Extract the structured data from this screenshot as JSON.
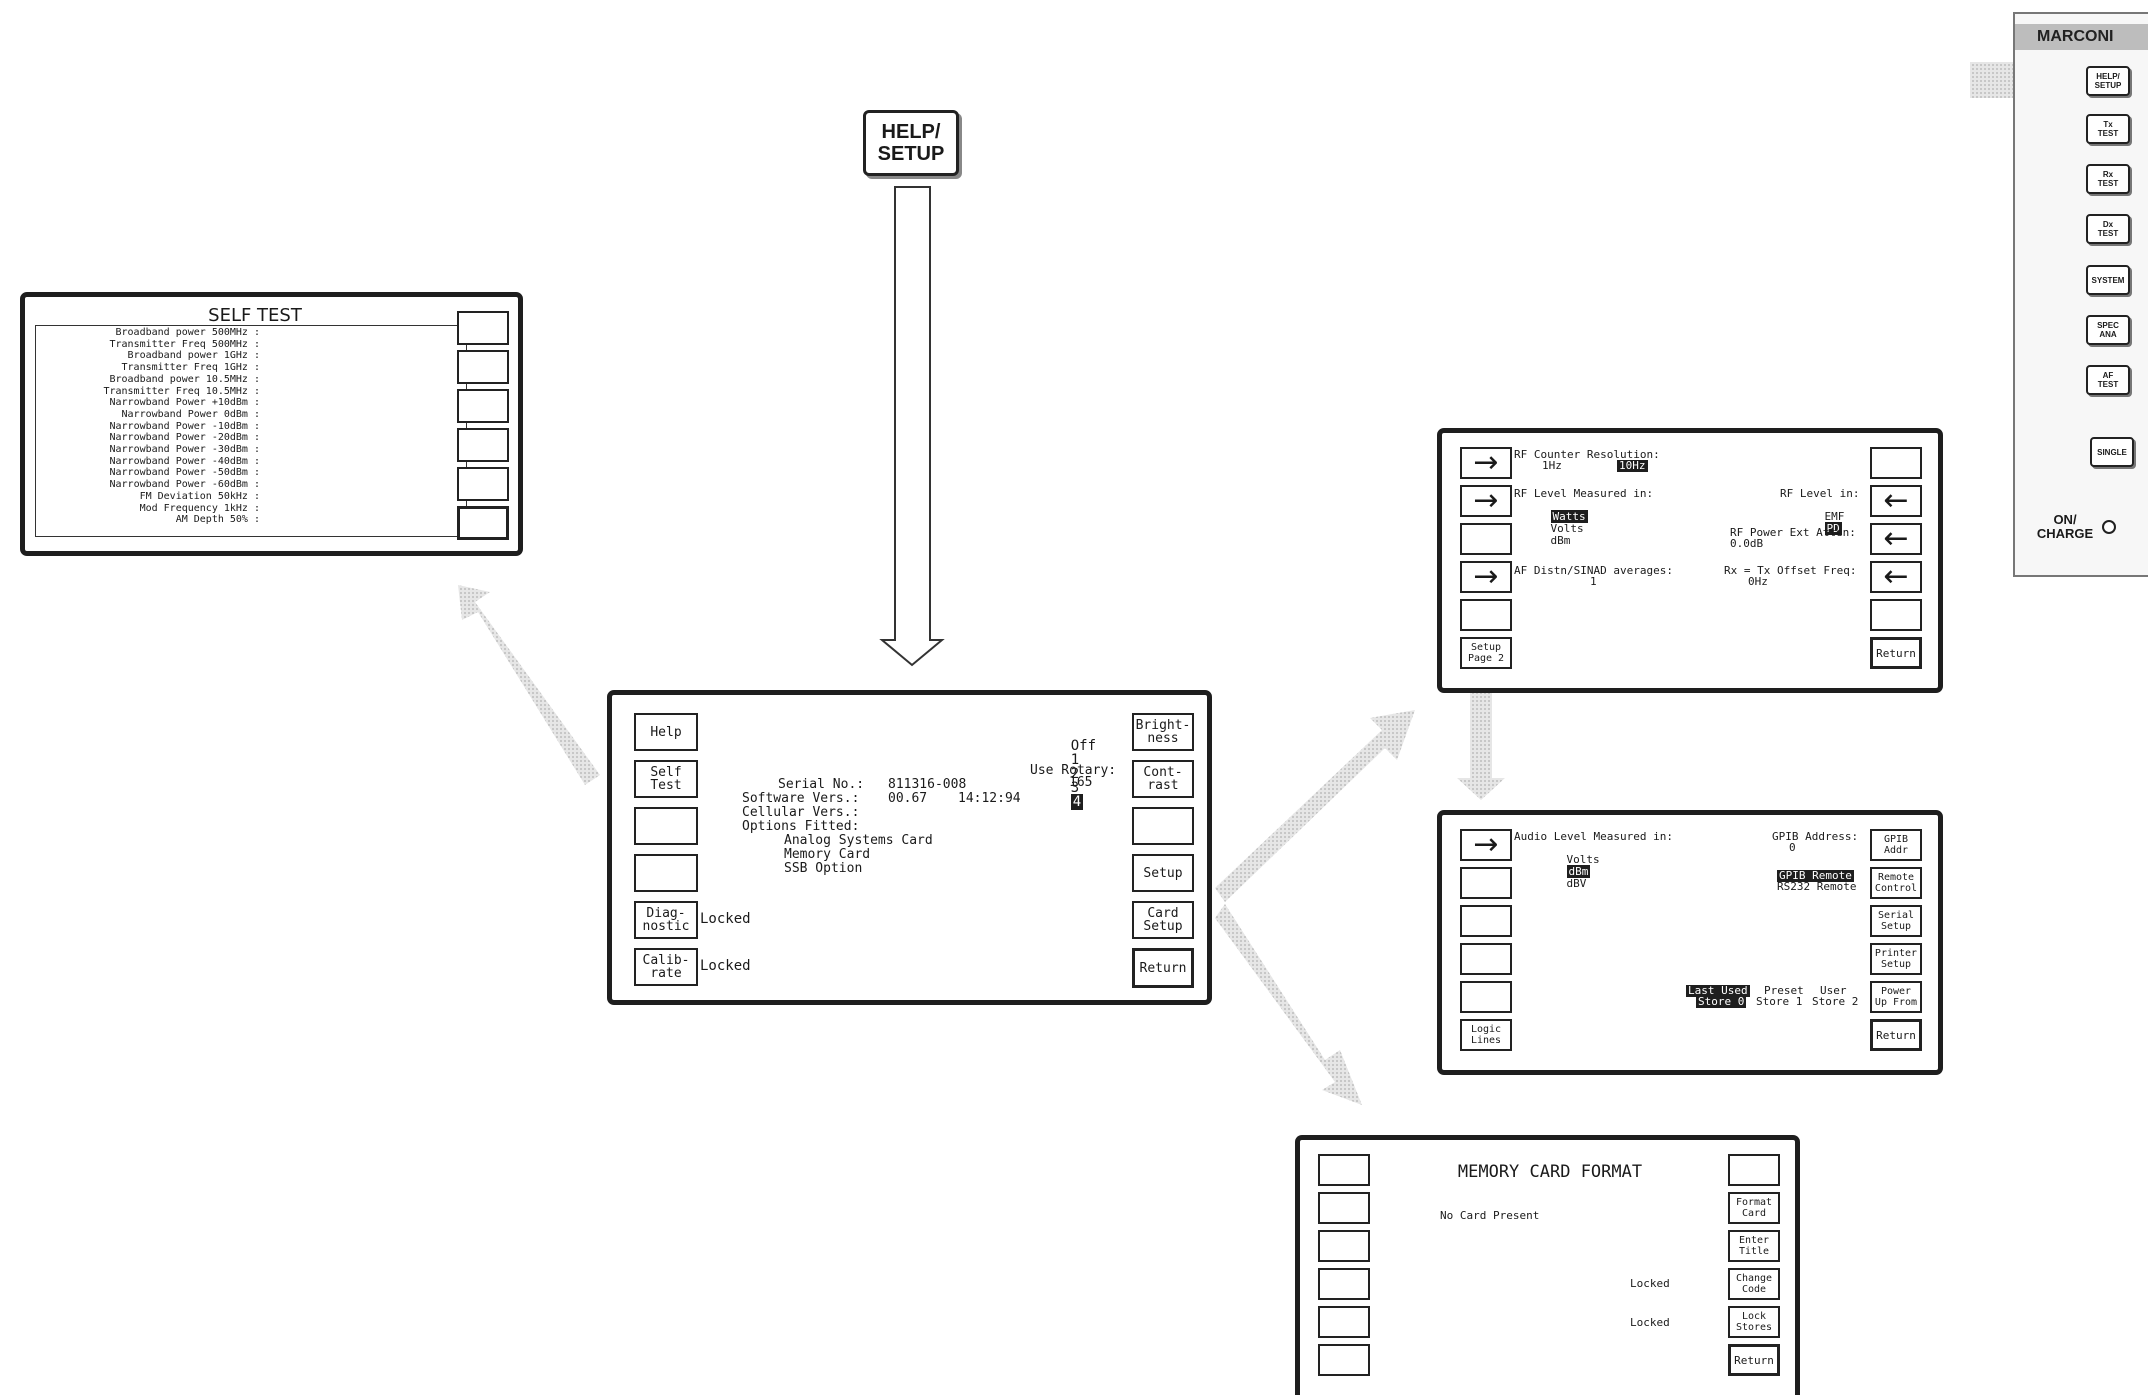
{
  "help_setup_key": "HELP/\nSETUP",
  "self_test": {
    "title": "SELF TEST",
    "lines": [
      "Broadband power 500MHz :",
      "Transmitter Freq 500MHz :",
      "Broadband power 1GHz :",
      "Transmitter Freq 1GHz :",
      "Broadband power 10.5MHz :",
      "Transmitter Freq 10.5MHz :",
      "Narrowband Power +10dBm :",
      "Narrowband Power 0dBm :",
      "Narrowband Power -10dBm :",
      "Narrowband Power -20dBm :",
      "Narrowband Power -30dBm :",
      "Narrowband Power -40dBm :",
      "Narrowband Power -50dBm :",
      "Narrowband Power -60dBm :",
      "FM Deviation 50kHz :",
      "Mod Frequency 1kHz :",
      "AM Depth 50% :"
    ]
  },
  "main_setup": {
    "left_keys": [
      "Help",
      "Self\nTest",
      "",
      "",
      "Diag-\nnostic",
      "Calib-\nrate"
    ],
    "right_keys": [
      "Bright-\nness",
      "Cont-\nrast",
      "",
      "Setup",
      "Card\nSetup",
      "Return"
    ],
    "locked_diag": "Locked",
    "locked_calib": "Locked",
    "brightness_options": [
      "Off",
      "1",
      "2",
      "3",
      "4"
    ],
    "brightness_selected": "4",
    "use_rotary_label": "Use Rotary:",
    "use_rotary_value": "165",
    "serial_label": "Serial No.:",
    "serial_value": "811316-008",
    "software_label": "Software Vers.:",
    "software_value": "00.67",
    "software_time": "14:12:94",
    "cellular_label": "Cellular Vers.:",
    "options_label": "Options Fitted:",
    "options": [
      "Analog Systems Card",
      "Memory Card",
      "SSB Option"
    ]
  },
  "setup_page1": {
    "left_bottom_key": "Setup\nPage 2",
    "return_key": "Return",
    "rf_counter_label": "RF Counter Resolution:",
    "rf_counter_opt1": "1Hz",
    "rf_counter_opt2": "10Hz",
    "rf_level_measured_label": "RF Level Measured in:",
    "rf_level_opts": [
      "Watts",
      "Volts",
      "dBm"
    ],
    "af_distn_label": "AF Distn/SINAD averages:",
    "af_distn_value": "1",
    "rf_level_in_label": "RF Level in:",
    "rf_level_in_opts": [
      "EMF",
      "PD"
    ],
    "rf_power_ext_label": "RF Power Ext Atten:",
    "rf_power_ext_value": "0.0dB",
    "rx_tx_label": "Rx = Tx Offset Freq:",
    "rx_tx_value": "0Hz"
  },
  "setup_page2": {
    "left_bottom_key": "Logic\nLines",
    "right_keys": [
      "GPIB\nAddr",
      "Remote\nControl",
      "Serial\nSetup",
      "Printer\nSetup",
      "Power\nUp From",
      "Return"
    ],
    "audio_label": "Audio Level Measured in:",
    "audio_opts": [
      "Volts",
      "dBm",
      "dBV"
    ],
    "gpib_label": "GPIB Address:",
    "gpib_value": "0",
    "remote_opt1": "GPIB Remote",
    "remote_opt2": "RS232 Remote",
    "last_used_1": "Last Used",
    "last_used_2": "Store 0",
    "preset_1": "Preset",
    "preset_2": "Store 1",
    "user_1": "User",
    "user_2": "Store 2"
  },
  "memory_card": {
    "title": "MEMORY CARD FORMAT",
    "status": "No Card Present",
    "right_keys": [
      "",
      "Format\nCard",
      "Enter\nTitle",
      "Change\nCode",
      "Lock\nStores",
      "Return"
    ],
    "locked_1": "Locked",
    "locked_2": "Locked"
  },
  "front_panel": {
    "brand": "MARCONI",
    "keys": [
      "HELP/\nSETUP",
      "Tx\nTEST",
      "Rx\nTEST",
      "Dx\nTEST",
      "SYSTEM",
      "SPEC\nANA",
      "AF\nTEST"
    ],
    "single": "SINGLE",
    "on_charge": "ON/\nCHARGE"
  }
}
